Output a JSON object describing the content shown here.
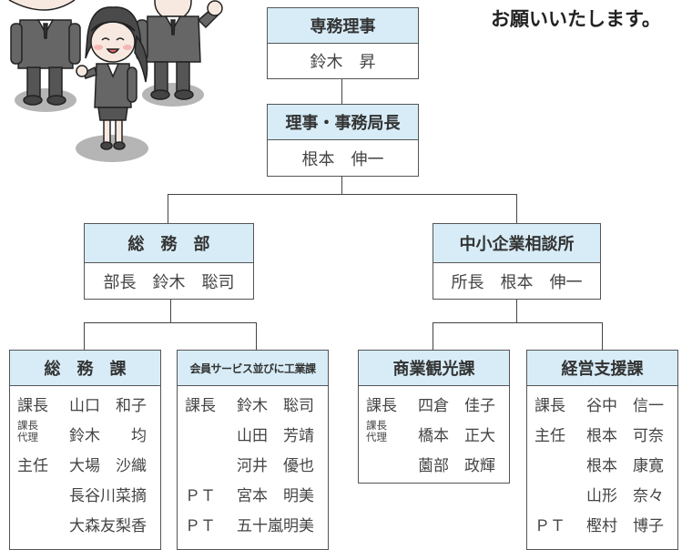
{
  "note": "お願いいたします。",
  "colors": {
    "header_fill": "#d7ecf7",
    "border": "#555555"
  },
  "executive_director": {
    "title": "専務理事",
    "name": "鈴木　昇"
  },
  "chief": {
    "title": "理事・事務局長",
    "name": "根本　伸一"
  },
  "general_affairs_dept": {
    "title": "総　務　部",
    "leader": "部長　鈴木　聡司"
  },
  "sme_consultation_center": {
    "title": "中小企業相談所",
    "leader": "所長　根本　伸一"
  },
  "general_affairs_section": {
    "title": "総　務　課",
    "rows": [
      {
        "role": "課長",
        "name": "山口　和子"
      },
      {
        "role": "課長代理",
        "role_l1": "課長",
        "role_l2": "代理",
        "name": "鈴木　　均"
      },
      {
        "role": "主任",
        "name": "大場　沙織"
      },
      {
        "role": "",
        "name": "長谷川菜摘"
      },
      {
        "role": "",
        "name": "大森友梨香"
      }
    ]
  },
  "member_services_section": {
    "title": "会員サービス並びに工業課",
    "rows": [
      {
        "role": "課長",
        "name": "鈴木　聡司"
      },
      {
        "role": "",
        "name": "山田　芳靖"
      },
      {
        "role": "",
        "name": "河井　優也"
      },
      {
        "role": "ＰＴ",
        "name": "宮本　明美"
      },
      {
        "role": "ＰＴ",
        "name": "五十嵐明美"
      }
    ]
  },
  "commerce_tourism_section": {
    "title": "商業観光課",
    "rows": [
      {
        "role": "課長",
        "name": "四倉　佳子"
      },
      {
        "role": "課長代理",
        "role_l1": "課長",
        "role_l2": "代理",
        "name": "橋本　正大"
      },
      {
        "role": "",
        "name": "薗部　政輝"
      }
    ]
  },
  "management_support_section": {
    "title": "経営支援課",
    "rows": [
      {
        "role": "課長",
        "name": "谷中　信一"
      },
      {
        "role": "主任",
        "name": "根本　可奈"
      },
      {
        "role": "",
        "name": "根本　康寛"
      },
      {
        "role": "",
        "name": "山形　奈々"
      },
      {
        "role": "ＰＴ",
        "name": "樫村　博子"
      }
    ]
  }
}
